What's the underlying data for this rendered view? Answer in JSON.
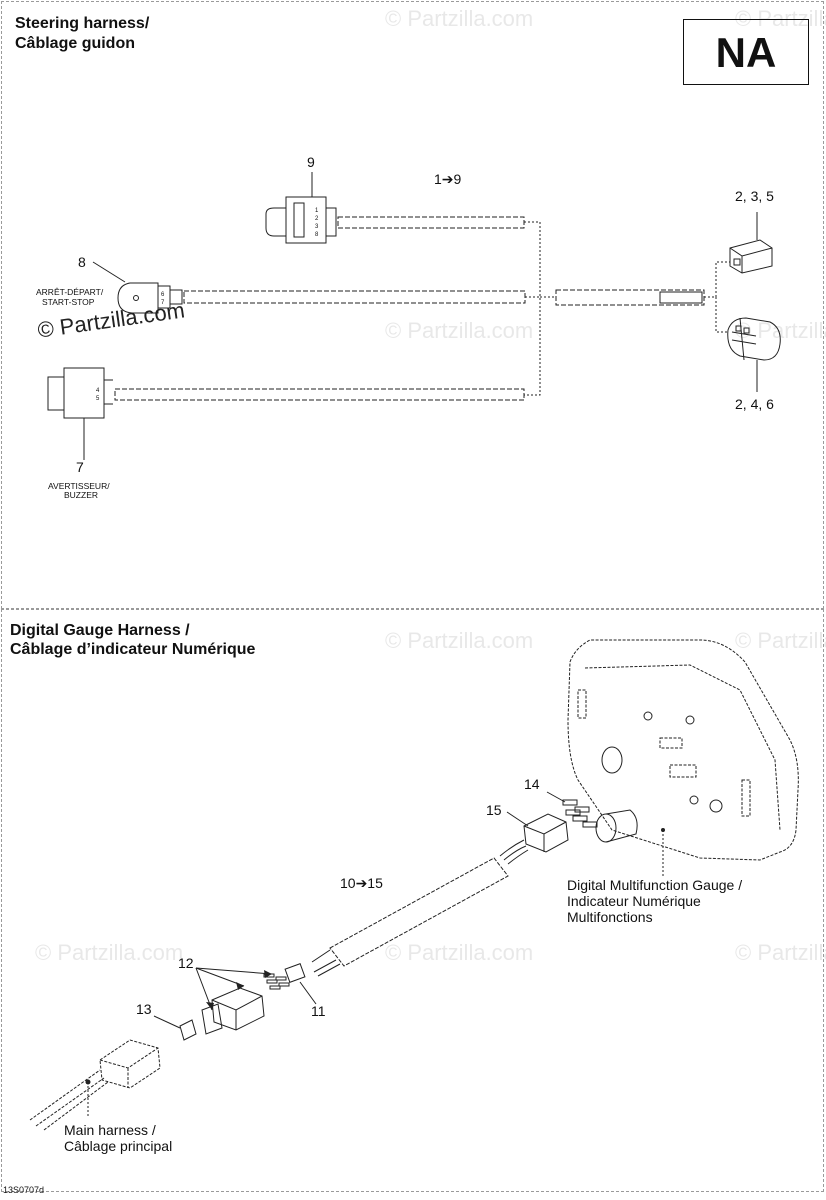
{
  "region_badge": "NA",
  "steering": {
    "title_line1": "Steering harness/",
    "title_line2": "Câblage guidon",
    "callouts": {
      "c9": "9",
      "c1to9": "1➔9",
      "c235": "2, 3, 5",
      "c8": "8",
      "c246": "2, 4, 6",
      "c7": "7"
    },
    "labels": {
      "start_stop_1": "ARRÊT-DÉPART/",
      "start_stop_2": "START-STOP",
      "buzzer_1": "AVERTISSEUR/",
      "buzzer_2": "BUZZER"
    },
    "pins": {
      "conn9": [
        "1",
        "2",
        "3",
        "8"
      ],
      "conn8": [
        "6",
        "7"
      ],
      "conn7": [
        "4",
        "5"
      ]
    }
  },
  "gauge": {
    "title_line1": "Digital Gauge Harness /",
    "title_line2": "Câblage d’indicateur Numérique",
    "callouts": {
      "c14": "14",
      "c15": "15",
      "c10to15": "10➔15",
      "c12": "12",
      "c13": "13",
      "c11": "11"
    },
    "gauge_label_1": "Digital Multifunction Gauge /",
    "gauge_label_2": "Indicateur Numérique",
    "gauge_label_3": "Multifonctions",
    "main_label_1": "Main harness /",
    "main_label_2": "Câblage principal"
  },
  "watermark": "© Partzilla.com",
  "drawing_code": "13S0707d"
}
